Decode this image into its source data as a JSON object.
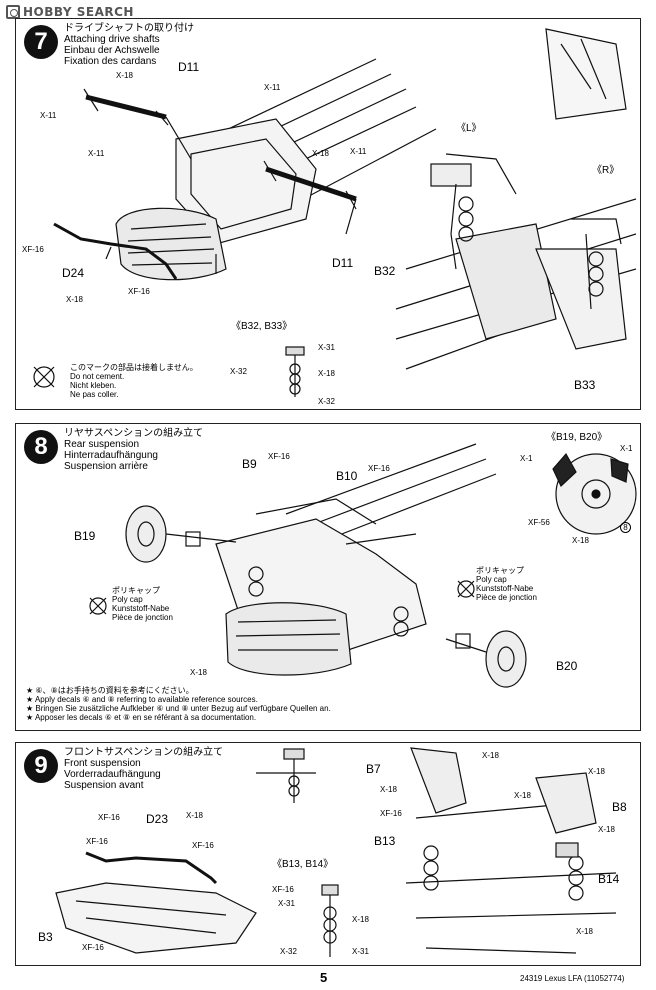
{
  "watermark": "HOBBY SEARCH",
  "steps": [
    {
      "number": "7",
      "title_ja": "ドライブシャフトの取り付け",
      "title_en": "Attaching drive shafts",
      "title_de": "Einbau der Achswelle",
      "title_fr": "Fixation des cardans",
      "views": {
        "left": "《L》",
        "right": "《R》",
        "detail": "《B32, B33》"
      },
      "parts": {
        "d11_a": "D11",
        "d11_b": "D11",
        "d24": "D24",
        "b32": "B32",
        "b33": "B33"
      },
      "fasteners": {
        "x18_a": "X-18",
        "x11_a": "X-11",
        "x11_b": "X-11",
        "x11_c": "X-11",
        "x18_b": "X-18",
        "x11_d": "X-11",
        "xf16_a": "XF-16",
        "xf16_b": "XF-16",
        "x18_c": "X-18",
        "x31": "X-31",
        "x32_a": "X-32",
        "x18_d": "X-18",
        "x32_b": "X-32"
      },
      "note_ja": "このマークの部品は接着しません。",
      "note_en": "Do not cement.",
      "note_de": "Nicht kleben.",
      "note_fr": "Ne pas coller."
    },
    {
      "number": "8",
      "title_ja": "リヤサスペンションの組み立て",
      "title_en": "Rear suspension",
      "title_de": "Hinterradaufhängung",
      "title_fr": "Suspension arrière",
      "views": {
        "detail": "《B19, B20》"
      },
      "parts": {
        "b9": "B9",
        "b10": "B10",
        "b19": "B19",
        "b20": "B20"
      },
      "fasteners": {
        "xf16_a": "XF-16",
        "xf16_b": "XF-16",
        "x1_a": "X-1",
        "x1_b": "X-1",
        "xf56": "XF-56",
        "x18_a": "X-18",
        "x18_b": "X-18",
        "decal8": "8"
      },
      "polycap_a": {
        "ja": "ポリキャップ",
        "en": "Poly cap",
        "de": "Kunststoff-Nabe",
        "fr": "Pièce de jonction"
      },
      "polycap_b": {
        "ja": "ポリキャップ",
        "en": "Poly cap",
        "de": "Kunststoff-Nabe",
        "fr": "Pièce de jonction"
      },
      "decals_ja": "★ ⑥、⑧はお手持ちの資料を参考にください。",
      "decals_en": "★ Apply decals ⑥ and ⑧ referring to available reference sources.",
      "decals_de": "★ Bringen Sie zusätzliche Aufkleber ⑥ und ⑧ unter Bezug auf verfügbare Quellen an.",
      "decals_fr": "★ Apposer les decals ⑥ et ⑧ en se référant à sa documentation."
    },
    {
      "number": "9",
      "title_ja": "フロントサスペンションの組み立て",
      "title_en": "Front suspension",
      "title_de": "Vorderradaufhängung",
      "title_fr": "Suspension avant",
      "views": {
        "detail": "《B13, B14》"
      },
      "parts": {
        "d23": "D23",
        "b3": "B3",
        "b7": "B7",
        "b8": "B8",
        "b13": "B13",
        "b14": "B14"
      },
      "fasteners": {
        "xf16_a": "XF-16",
        "x18_a": "X-18",
        "xf16_b": "XF-16",
        "xf16_c": "XF-16",
        "xf16_d": "XF-16",
        "x31_a": "X-31",
        "x18_b": "X-18",
        "x32": "X-32",
        "x31_b": "X-31",
        "x18_c": "X-18",
        "x18_d": "X-18",
        "x18_e": "X-18",
        "xf16_e": "XF-16",
        "x18_f": "X-18",
        "x18_g": "X-18",
        "xf16_f": "XF-16",
        "x18_h": "X-18"
      }
    }
  ],
  "footer": {
    "page": "5",
    "code": "24319 Lexus LFA (11052774)"
  }
}
